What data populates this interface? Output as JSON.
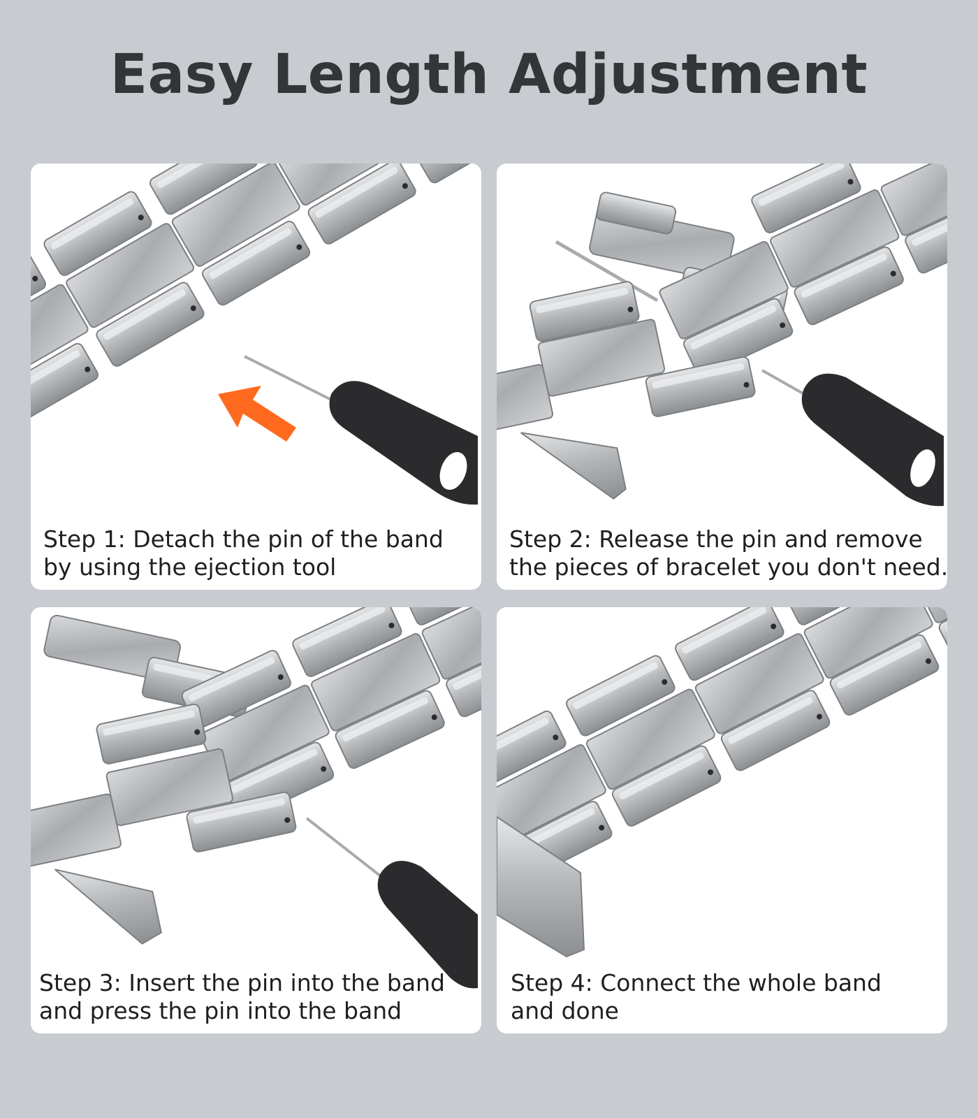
{
  "title": "Easy Length Adjustment",
  "steps": [
    {
      "line1": "Step 1: Detach the pin of the band",
      "line2": "by using the ejection tool"
    },
    {
      "line1": "Step 2: Release the pin and remove",
      "line2": "the pieces of bracelet you don't need."
    },
    {
      "line1": "Step 3: Insert the pin into the band",
      "line2": "and press the pin into the band"
    },
    {
      "line1": "Step 4: Connect the whole band",
      "line2": "and done"
    }
  ],
  "colors": {
    "background": "#c8ccd0",
    "panel": "#ffffff",
    "metal": "#b9bbbe",
    "tool": "#2b2b2d",
    "arrow": "#ff6a1f"
  }
}
